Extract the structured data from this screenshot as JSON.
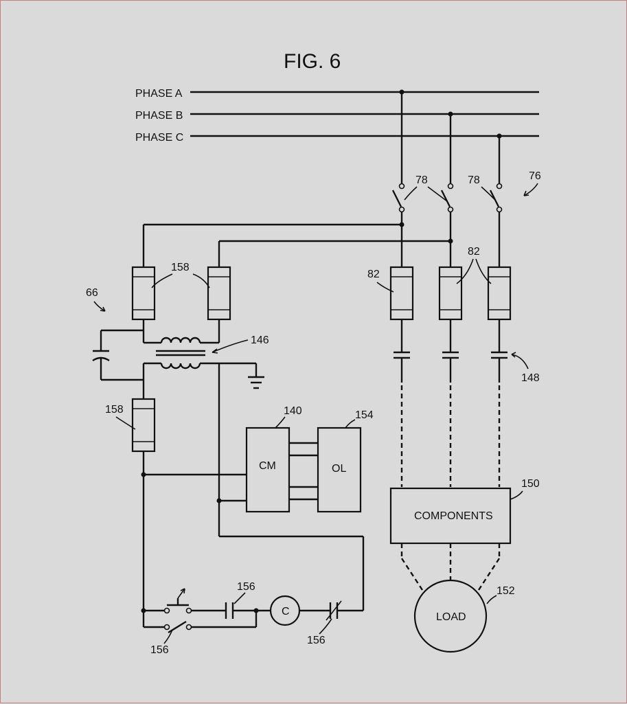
{
  "figure": {
    "title": "FIG. 6",
    "phases": [
      "PHASE A",
      "PHASE B",
      "PHASE C"
    ],
    "blocks": {
      "cm": "CM",
      "ol": "OL",
      "components": "COMPONENTS",
      "load": "LOAD",
      "contactor_coil": "C"
    },
    "refs": {
      "r78a": "78",
      "r78b": "78",
      "r76": "76",
      "r82a": "82",
      "r82b": "82",
      "r158a": "158",
      "r158b": "158",
      "r66": "66",
      "r146": "146",
      "r148": "148",
      "r140": "140",
      "r154": "154",
      "r150": "150",
      "r152": "152",
      "r156a": "156",
      "r156b": "156",
      "r156c": "156"
    }
  }
}
